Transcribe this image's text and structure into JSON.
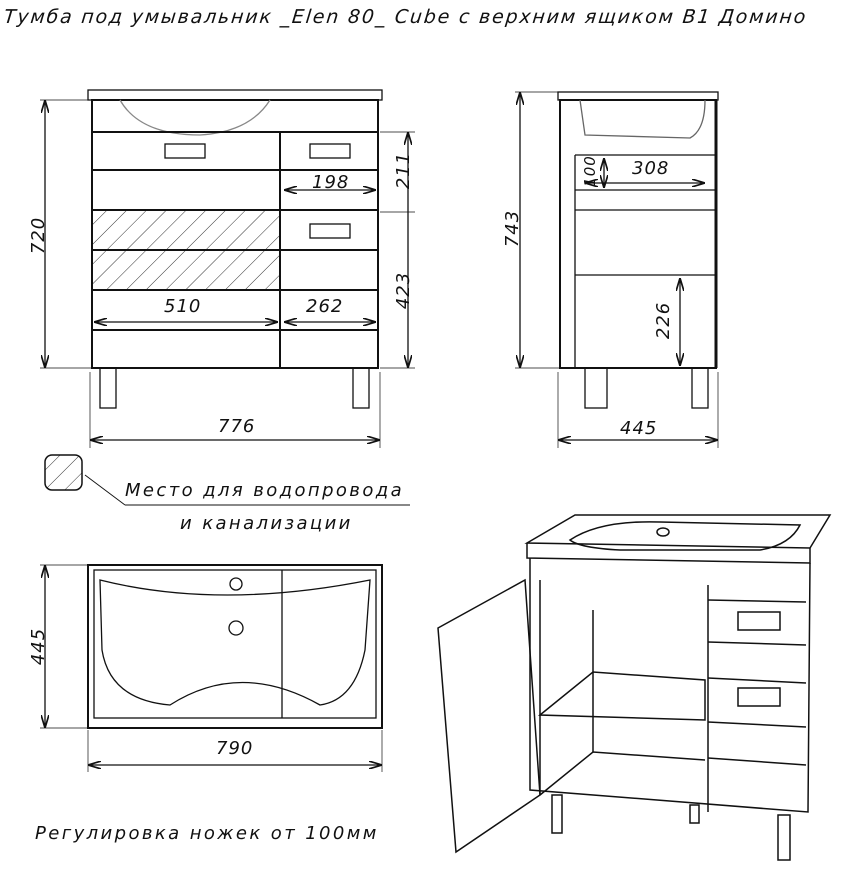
{
  "title": "Тумба под умывальник _Elen 80_ Cube с верхним ящиком В1 Домино",
  "front_view": {
    "width": "776",
    "height": "720",
    "drawer_height": "211",
    "lower_height": "423",
    "drawer_inner_width": "198",
    "left_width": "510",
    "right_width": "262"
  },
  "side_view": {
    "height": "743",
    "depth": "445",
    "shelf_depth": "308",
    "drawer_depth": "100",
    "lower_shelf": "226"
  },
  "legend": {
    "line1": "Место для водопровода",
    "line2": "и канализации"
  },
  "top_view": {
    "depth": "445",
    "width": "790"
  },
  "footer_note": "Регулировка ножек от 100мм"
}
